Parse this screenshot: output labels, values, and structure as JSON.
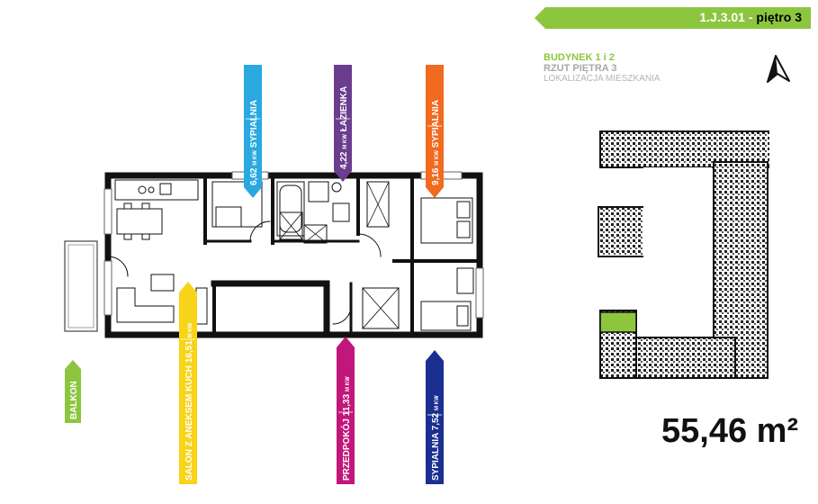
{
  "unit": {
    "code": "1.J.3.01",
    "separator": "-",
    "floor": "piętro 3"
  },
  "building": {
    "title": "BUDYNEK 1 i 2",
    "floor_plan": "RZUT PIĘTRA 3",
    "location": "LOKALIZACJA MIESZKANIA"
  },
  "total_area": "55,46 m²",
  "rooms_top": [
    {
      "name": "SYPIALNIA",
      "area": "6,62",
      "unit": "M KW",
      "color": "#29a9e0"
    },
    {
      "name": "ŁAZIENKA",
      "area": "4,22",
      "unit": "M KW",
      "color": "#6a3d8f"
    },
    {
      "name": "SYPIALNIA",
      "area": "9,16",
      "unit": "M KW",
      "color": "#f06a1f"
    }
  ],
  "rooms_bottom": [
    {
      "name": "BALKON",
      "area": "",
      "unit": "",
      "color": "#8cc63f"
    },
    {
      "name": "SALON Z ANEKSEM KUCH",
      "area": "16,51",
      "unit": "M KW",
      "color": "#f7d417"
    },
    {
      "name": "PRZEDPOKÓJ",
      "area": "11,33",
      "unit": "M KW",
      "color": "#c2177a"
    },
    {
      "name": "SYPIALNIA",
      "area": "7,52",
      "unit": "M KW",
      "color": "#1a2f8f"
    }
  ],
  "colors": {
    "accent": "#8cc63f",
    "wall": "#111111"
  },
  "icons": [
    "north-arrow-icon"
  ]
}
